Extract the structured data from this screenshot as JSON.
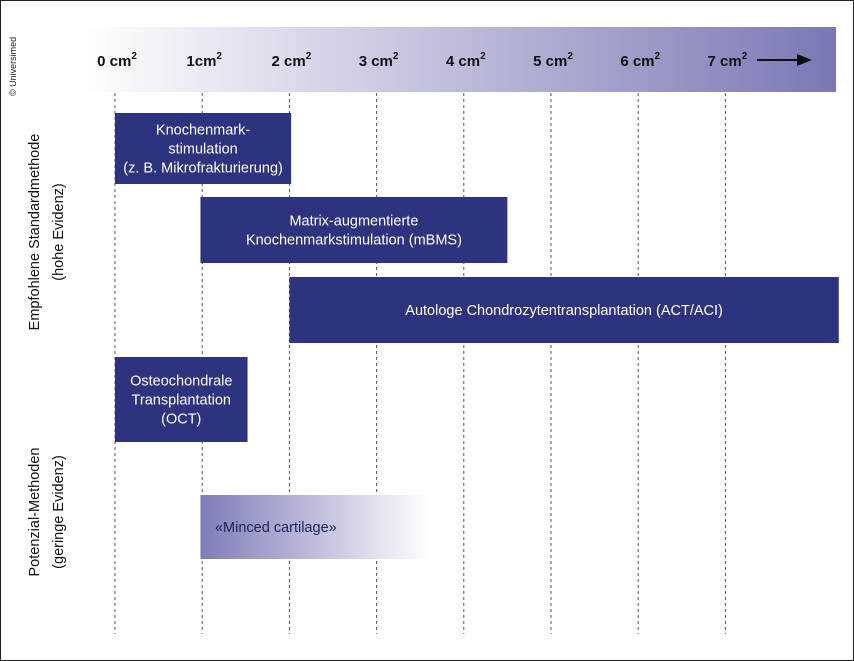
{
  "chart_data": {
    "type": "bar",
    "orientation": "horizontal-range",
    "x_unit": "cm",
    "x_unit_superscript": "2",
    "x_ticks": [
      0,
      1,
      2,
      3,
      4,
      5,
      6,
      7
    ],
    "x_tick_labels": [
      "0 cm",
      "1cm",
      "2 cm",
      "3 cm",
      "4 cm",
      "5 cm",
      "6 cm",
      "7 cm"
    ],
    "xlim": [
      0,
      8.35
    ],
    "axis_arrow": true,
    "grid": "vertical-dashed",
    "groups": [
      {
        "label_lines": [
          "Empfohlene Standardmethode",
          "(hohe Evidenz)"
        ]
      },
      {
        "label_lines": [
          "Potenzial-Methoden",
          "(geringe Evidenz)"
        ]
      }
    ],
    "bars": [
      {
        "label_lines": [
          "Knochenmark-",
          "stimulation",
          "(z. B. Mikrofrakturierung)"
        ],
        "start": 0,
        "end": 2.02,
        "style": "solid"
      },
      {
        "label_lines": [
          "Matrix-augmentierte",
          "Knochenmarkstimulation (mBMS)"
        ],
        "start": 0.98,
        "end": 4.5,
        "style": "solid"
      },
      {
        "label_lines": [
          "Autologe Chondrozytentransplantation (ACT/ACI)"
        ],
        "start": 2,
        "end": 8.3,
        "style": "solid"
      },
      {
        "label_lines": [
          "Osteochondrale",
          "Transplantation",
          "(OCT)"
        ],
        "start": 0,
        "end": 1.52,
        "style": "solid"
      },
      {
        "label_lines": [
          "«Minced cartilage»"
        ],
        "start": 0.98,
        "end": 3.6,
        "style": "fade"
      }
    ]
  },
  "copyright": "© Universimed",
  "colors": {
    "bar": "#2e3380",
    "header_start": "#ffffff",
    "header_end": "#7a78b4",
    "fade_start": "#7f7cb8",
    "fade_end": "#ffffff",
    "grid": "#555555"
  }
}
